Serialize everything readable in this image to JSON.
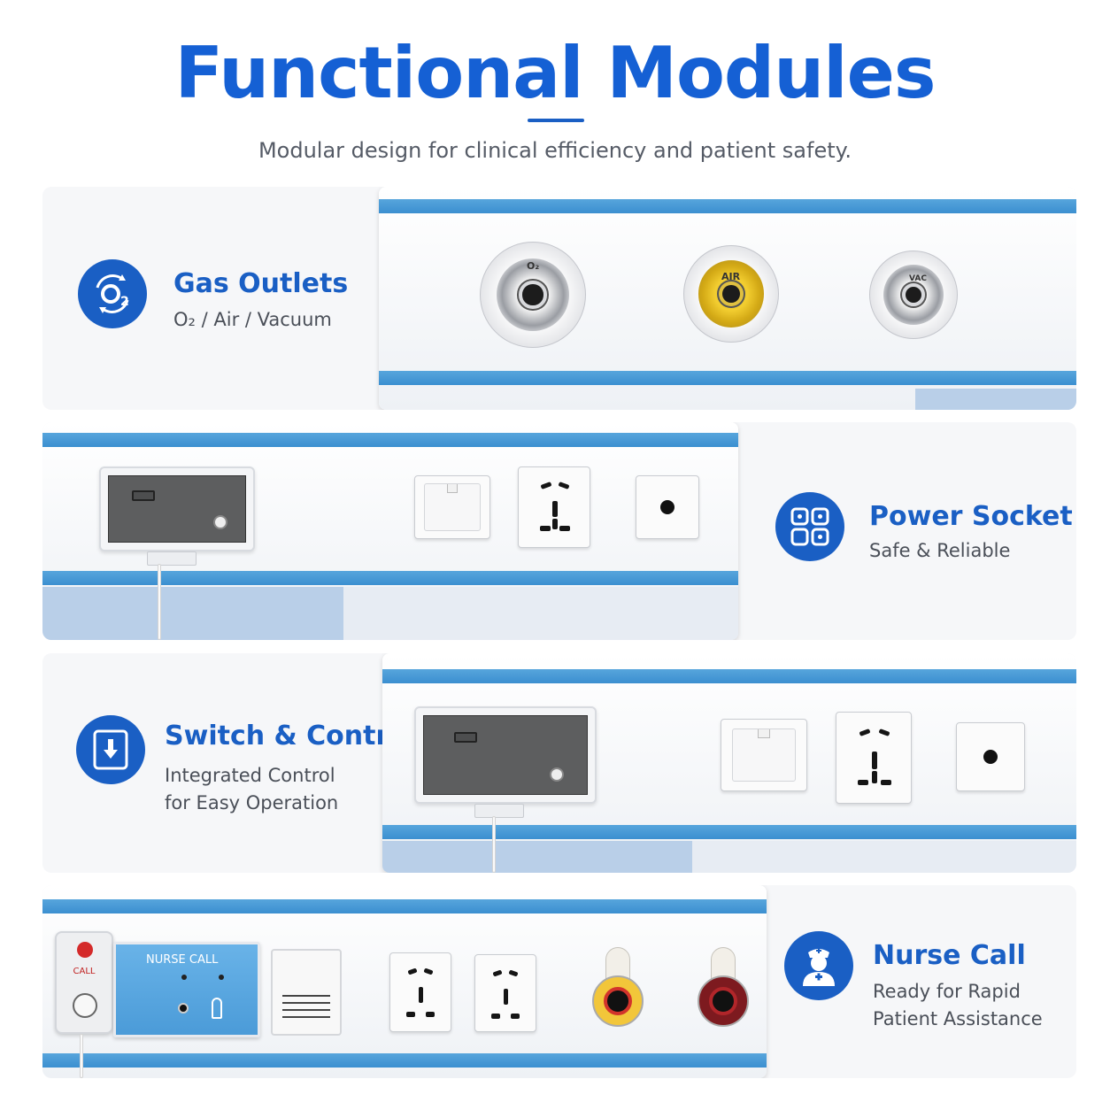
{
  "header": {
    "title": "Functional Modules",
    "subtitle": "Modular design for clinical efficiency and patient safety."
  },
  "modules": [
    {
      "title": "Gas Outlets",
      "subtitle": "O₂ / Air / Vacuum",
      "icon": "o2-icon",
      "outlet_labels": [
        "O₂",
        "AIR",
        "VAC"
      ]
    },
    {
      "title": "Power Socket",
      "subtitle": "Safe & Reliable",
      "icon": "grid-icon"
    },
    {
      "title": "Switch & Control",
      "subtitle": "Integrated Control\nfor Easy Operation",
      "icon": "switch-icon"
    },
    {
      "title": "Nurse Call",
      "subtitle": "Ready for Rapid\nPatient Assistance",
      "icon": "nurse-icon",
      "panel_label": "NURSE  CALL",
      "call_label": "CALL"
    }
  ],
  "colors": {
    "accent": "#1a5fc4",
    "title": "#1560d4",
    "stripe": "#4a9ad6",
    "card_bg": "#f6f7f9"
  }
}
